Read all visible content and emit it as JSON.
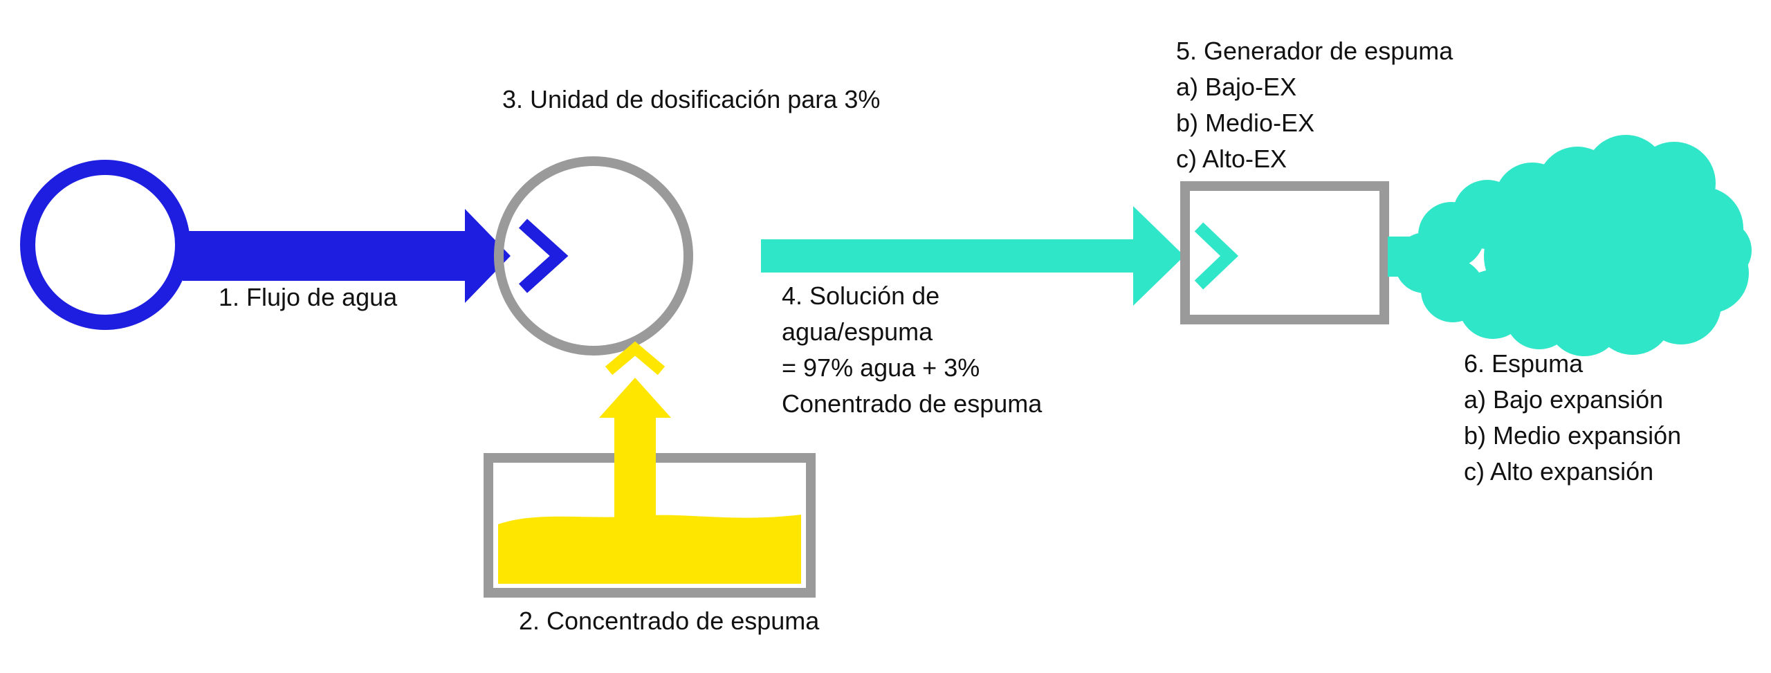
{
  "colors": {
    "water": "#1e1ee0",
    "solution": "#2fe6c8",
    "concentrate": "#ffe600",
    "unit_gray": "#9a9a9a"
  },
  "labels": {
    "water_flow": "1. Flujo de agua",
    "concentrate": "2. Concentrado de espuma",
    "dosing_unit": "3. Unidad de dosificación para 3%",
    "solution": [
      "4. Solución de",
      "agua/espuma",
      "= 97% agua + 3%",
      "Conentrado de espuma"
    ],
    "generator": [
      "5. Generador de espuma",
      "a) Bajo-EX",
      "b) Medio-EX",
      "c) Alto-EX"
    ],
    "foam": [
      "6. Espuma",
      "a) Bajo expansión",
      "b) Medio expansión",
      "c) Alto expansión"
    ]
  }
}
